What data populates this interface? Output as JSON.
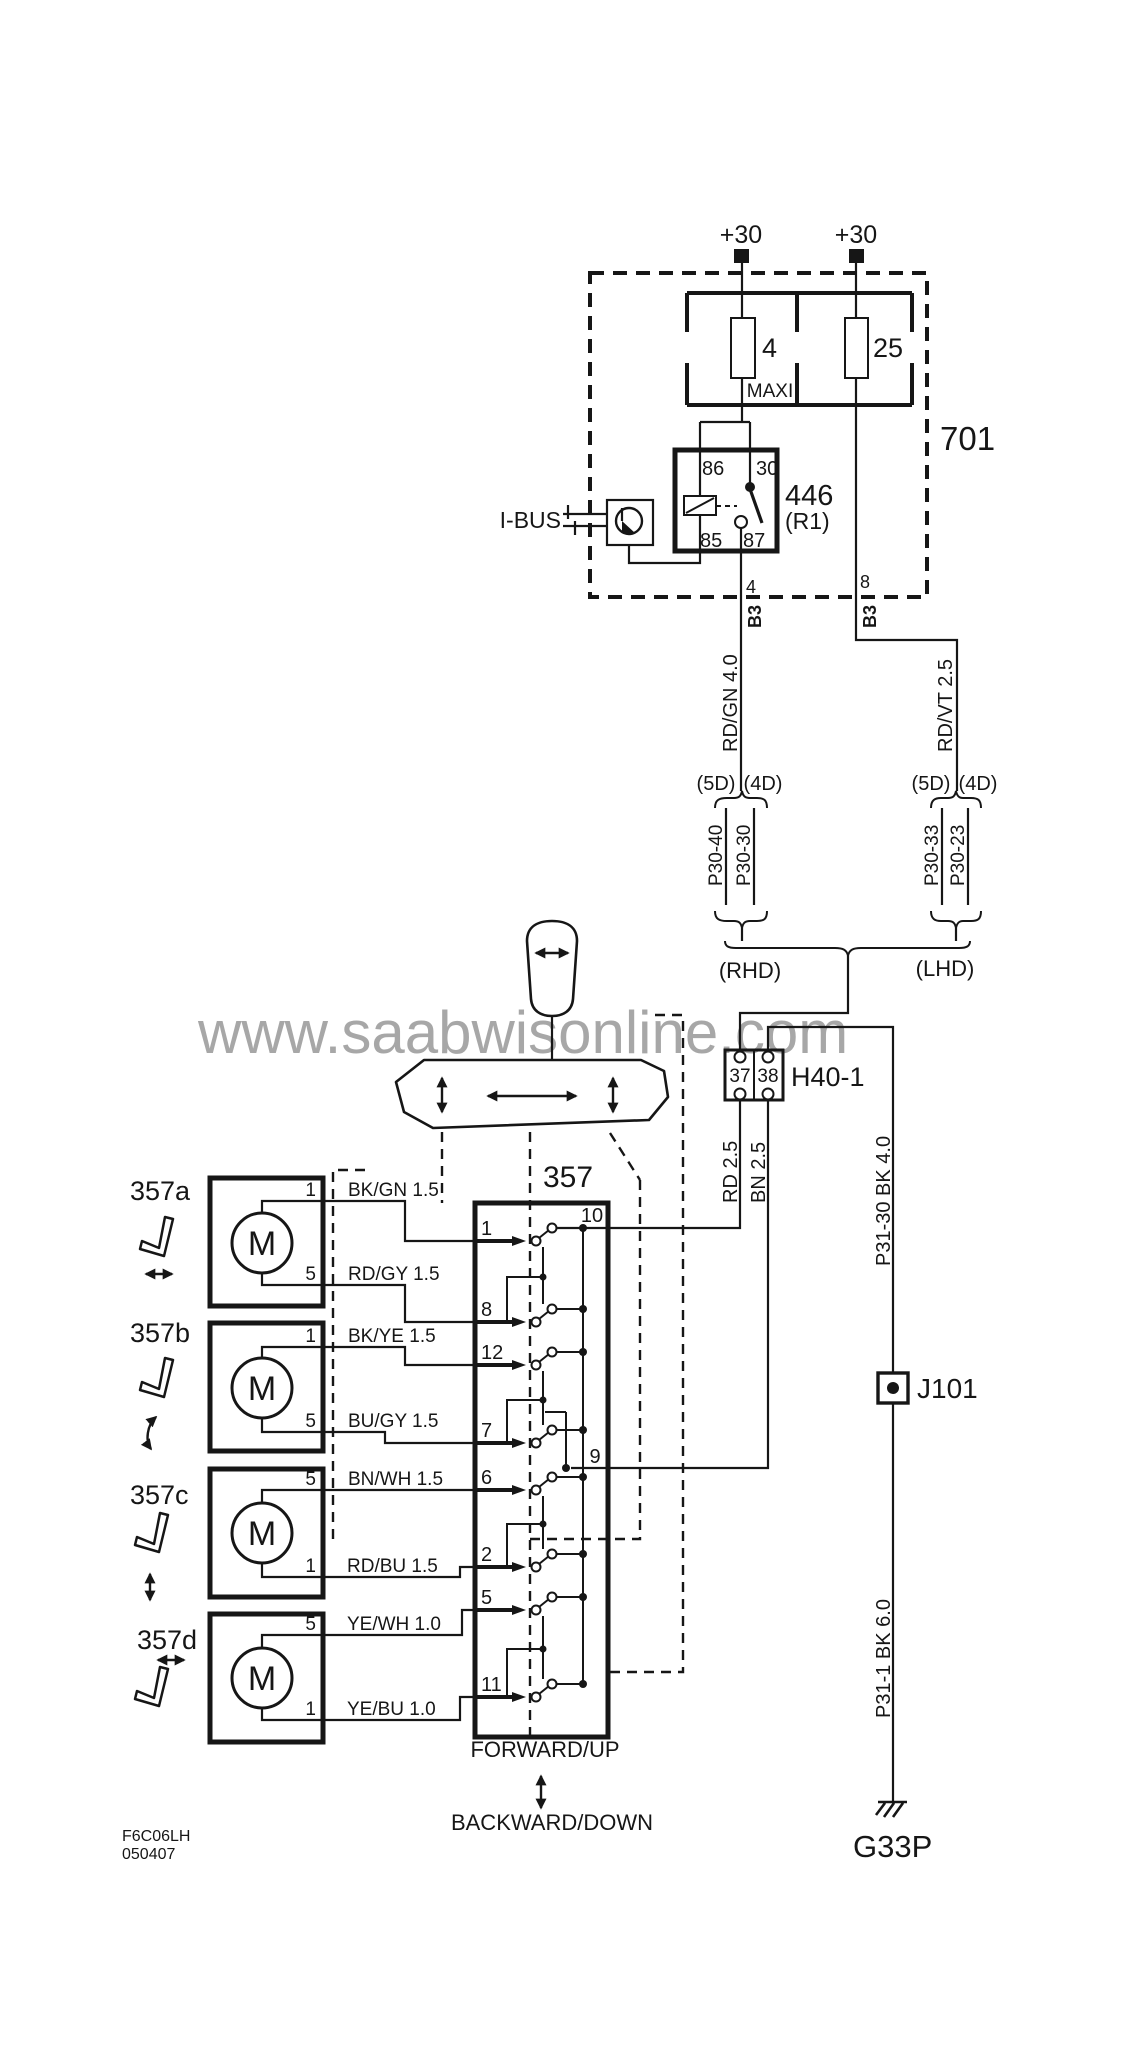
{
  "watermark": "www.saabwisonline.com",
  "power": {
    "left_label": "+30",
    "right_label": "+30"
  },
  "fusebox": {
    "id": "701",
    "fuse_left": {
      "number": "4",
      "type": "MAXI"
    },
    "fuse_right": {
      "number": "25"
    }
  },
  "relay": {
    "id": "446",
    "name": "(R1)",
    "pin_86": "86",
    "pin_30": "30",
    "pin_85": "85",
    "pin_87": "87"
  },
  "ibus": {
    "label": "I-BUS"
  },
  "bulkhead": {
    "left_pin": "4",
    "left_conn": "B3",
    "right_pin": "8",
    "right_conn": "B3"
  },
  "wires": {
    "rdgn": "RD/GN 4.0",
    "rdvt": "RD/VT 2.5",
    "rd": "RD 2.5",
    "bn": "BN 2.5",
    "p3130": "P31-30 BK 4.0",
    "p311": "P31-1 BK 6.0"
  },
  "variant_left": {
    "l5d": "(5D)",
    "l4d": "(4D)",
    "conn_a": "P30-40",
    "conn_b": "P30-30",
    "label": "(RHD)"
  },
  "variant_right": {
    "l5d": "(5D)",
    "l4d": "(4D)",
    "conn_a": "P30-33",
    "conn_b": "P30-23",
    "label": "(LHD)"
  },
  "h40": {
    "label": "H40-1",
    "pin_a": "37",
    "pin_b": "38"
  },
  "j101": {
    "label": "J101"
  },
  "ground": {
    "label": "G33P"
  },
  "switch357": {
    "label": "357",
    "pins_left": [
      "1",
      "8",
      "12",
      "7",
      "6",
      "2",
      "5",
      "11"
    ],
    "pin_10": "10",
    "pin_9": "9",
    "forward": "FORWARD/UP",
    "backward": "BACKWARD/DOWN"
  },
  "seat_wires": [
    "BK/GN  1.5",
    "RD/GY  1.5",
    "BK/YE  1.5",
    "BU/GY  1.5",
    "BN/WH 1.5",
    "RD/BU  1.5",
    "YE/WH 1.0",
    "YE/BU  1.0"
  ],
  "motors": [
    {
      "id": "357a",
      "pin_top": "1",
      "pin_bottom": "5",
      "symbol": "M"
    },
    {
      "id": "357b",
      "pin_top": "1",
      "pin_bottom": "5",
      "symbol": "M"
    },
    {
      "id": "357c",
      "pin_top": "5",
      "pin_bottom": "1",
      "symbol": "M"
    },
    {
      "id": "357d",
      "pin_top": "5",
      "pin_bottom": "1",
      "symbol": "M"
    }
  ],
  "footer": {
    "code": "F6C06LH",
    "date": "050407"
  }
}
